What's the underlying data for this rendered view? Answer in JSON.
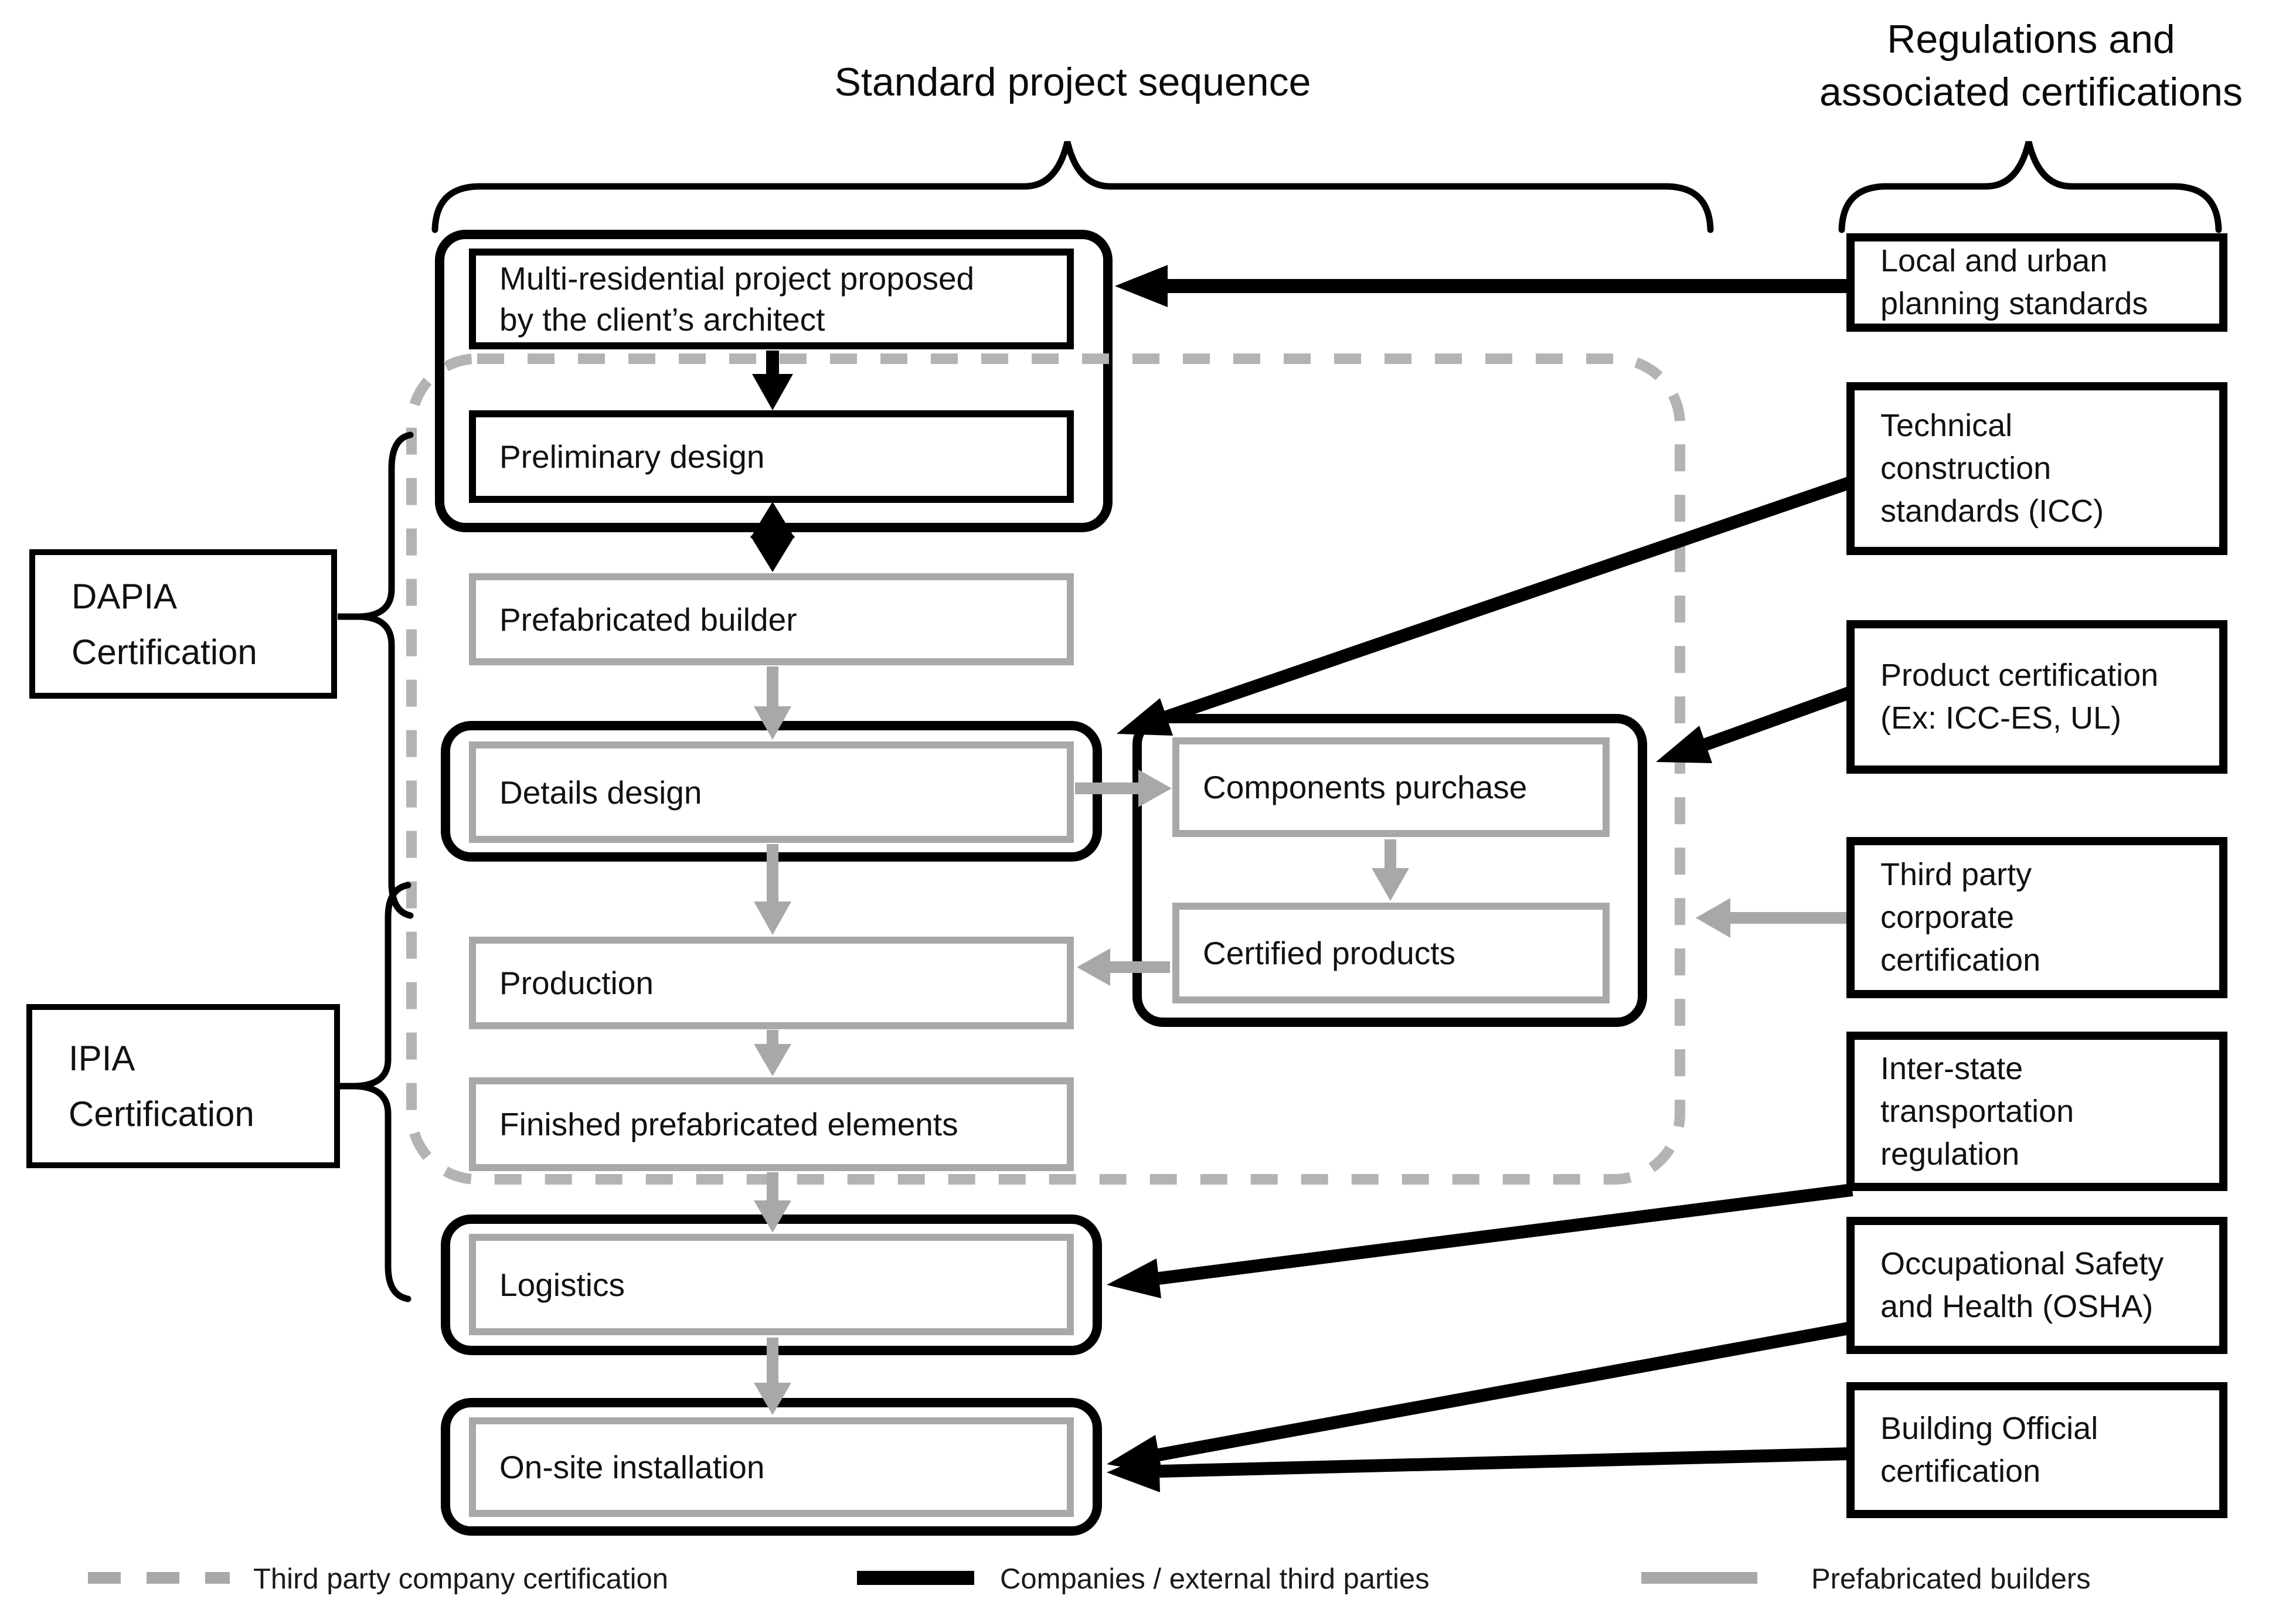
{
  "header": {
    "flow_title": "Standard project sequence",
    "reg_title": "Regulations and\nassociated certifications"
  },
  "left_labels": [
    {
      "id": "dapia",
      "label": "DAPIA\nCertification"
    },
    {
      "id": "ipia",
      "label": "IPIA\nCertification"
    }
  ],
  "flow": {
    "steps": [
      {
        "id": "multi-residential",
        "label": "Multi-residential project proposed\nby the client’s architect"
      },
      {
        "id": "preliminary-design",
        "label": "Preliminary design"
      },
      {
        "id": "prefabricated-builder",
        "label": "Prefabricated builder"
      },
      {
        "id": "details-design",
        "label": "Details design"
      },
      {
        "id": "components-purchase",
        "label": "Components purchase"
      },
      {
        "id": "certified-products",
        "label": "Certified products"
      },
      {
        "id": "production",
        "label": "Production"
      },
      {
        "id": "finished-elements",
        "label": "Finished prefabricated elements"
      },
      {
        "id": "logistics",
        "label": "Logistics"
      },
      {
        "id": "onsite-installation",
        "label": "On-site installation"
      }
    ]
  },
  "regulations": {
    "boxes": [
      {
        "id": "local-urban",
        "label": "Local and urban\nplanning standards"
      },
      {
        "id": "technical-icc",
        "label": "Technical\nconstruction\nstandards (ICC)"
      },
      {
        "id": "product-cert",
        "label": "Product certification\n(Ex: ICC-ES, UL)"
      },
      {
        "id": "third-party-corp",
        "label": "Third party\ncorporate\ncertification"
      },
      {
        "id": "interstate",
        "label": "Inter-state\ntransportation\nregulation"
      },
      {
        "id": "osha",
        "label": "Occupational Safety\nand Health (OSHA)"
      },
      {
        "id": "building-official",
        "label": "Building Official\ncertification"
      }
    ]
  },
  "legend": {
    "items": [
      {
        "swatch": "dashed-gray",
        "label": "Third party company certification"
      },
      {
        "swatch": "solid-black",
        "label": "Companies / external third parties"
      },
      {
        "swatch": "solid-gray",
        "label": "Prefabricated builders"
      }
    ]
  },
  "connections": [
    {
      "from": "local-urban",
      "to": "multi-residential",
      "style": "solid-black"
    },
    {
      "from": "technical-icc",
      "to": "details-design",
      "style": "solid-black"
    },
    {
      "from": "product-cert",
      "to": "components-purchase-group",
      "style": "solid-black"
    },
    {
      "from": "third-party-corp",
      "to": "third-party-dashed-area",
      "style": "solid-gray"
    },
    {
      "from": "interstate",
      "to": "logistics",
      "style": "solid-black"
    },
    {
      "from": "osha",
      "to": "onsite-installation",
      "style": "solid-black"
    },
    {
      "from": "building-official",
      "to": "onsite-installation",
      "style": "solid-black"
    },
    {
      "from": "multi-residential",
      "to": "preliminary-design",
      "style": "solid-black"
    },
    {
      "from": "preliminary-design",
      "to": "prefabricated-builder",
      "style": "solid-black-double"
    },
    {
      "from": "prefabricated-builder",
      "to": "details-design",
      "style": "solid-gray"
    },
    {
      "from": "details-design",
      "to": "components-purchase",
      "style": "solid-gray"
    },
    {
      "from": "components-purchase",
      "to": "certified-products",
      "style": "solid-gray"
    },
    {
      "from": "certified-products",
      "to": "production",
      "style": "solid-gray"
    },
    {
      "from": "details-design",
      "to": "production",
      "style": "solid-gray"
    },
    {
      "from": "production",
      "to": "finished-elements",
      "style": "solid-gray"
    },
    {
      "from": "finished-elements",
      "to": "logistics",
      "style": "solid-gray"
    },
    {
      "from": "logistics",
      "to": "onsite-installation",
      "style": "solid-gray"
    }
  ],
  "colors": {
    "black": "#000000",
    "gray_box": "#a8a8a8",
    "gray_dash": "#b3b3b3",
    "text": "#111111"
  }
}
